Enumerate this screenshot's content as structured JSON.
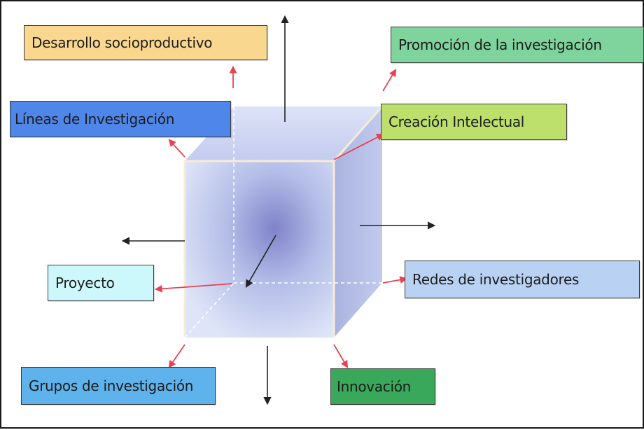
{
  "diagram": {
    "nodes": [
      {
        "id": "desarrollo",
        "label": "Desarrollo socioproductivo",
        "color": "#f9d78e"
      },
      {
        "id": "promocion",
        "label": "Promoción de la investigación",
        "color": "#7fd39d"
      },
      {
        "id": "lineas",
        "label": "Líneas de Investigación",
        "color": "#4f86ea"
      },
      {
        "id": "creacion",
        "label": "Creación Intelectual",
        "color": "#bce06b"
      },
      {
        "id": "proyecto",
        "label": "Proyecto",
        "color": "#cdf8fb"
      },
      {
        "id": "redes",
        "label": "Redes de investigadores",
        "color": "#b9d2f3"
      },
      {
        "id": "grupos",
        "label": "Grupos de investigación",
        "color": "#5fb3ec"
      },
      {
        "id": "innovacion",
        "label": "Innovación",
        "color": "#3aa85a"
      }
    ],
    "colors": {
      "cube_face": "#c9d3f2",
      "cube_center": "#7f83c9",
      "red_arrow": "#e8424f",
      "black_arrow": "#222222"
    }
  }
}
